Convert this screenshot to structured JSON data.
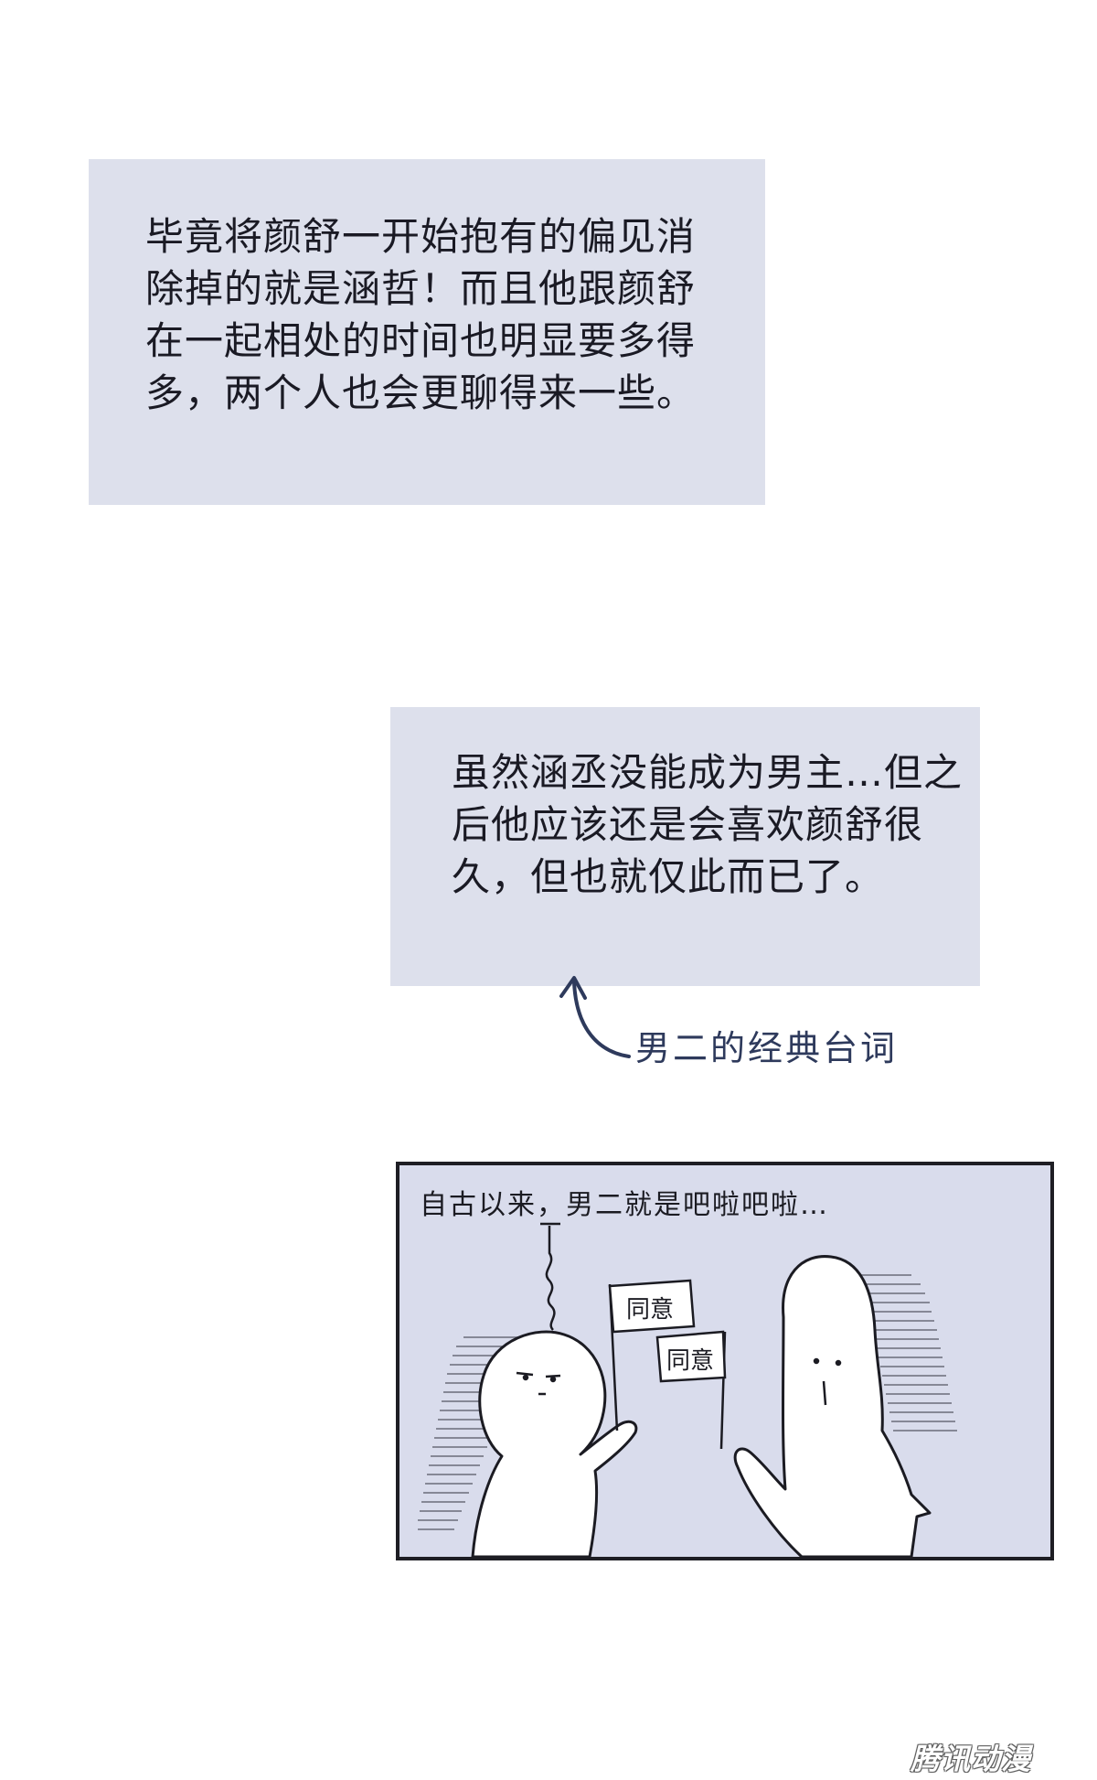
{
  "narration": {
    "box1_text": "毕竟将颜舒一开始抱有的偏见消除掉的就是涵哲！而且他跟颜舒在一起相处的时间也明显要多得多，两个人也会更聊得来一些。",
    "box2_text": "虽然涵丞没能成为男主…但之后他应该还是会喜欢颜舒很久，但也就仅此而已了。"
  },
  "annotation": {
    "text": "男二的经典台词",
    "icon": "curved-arrow-icon"
  },
  "panel": {
    "caption": "自古以来，男二就是吧啦吧啦…",
    "flag_left": "同意",
    "flag_right": "同意"
  },
  "watermark": {
    "text": "腾讯动漫"
  },
  "colors": {
    "box_bg": "#dde0ec",
    "panel_bg": "#d9dcec",
    "annotation": "#2e3a5c"
  }
}
